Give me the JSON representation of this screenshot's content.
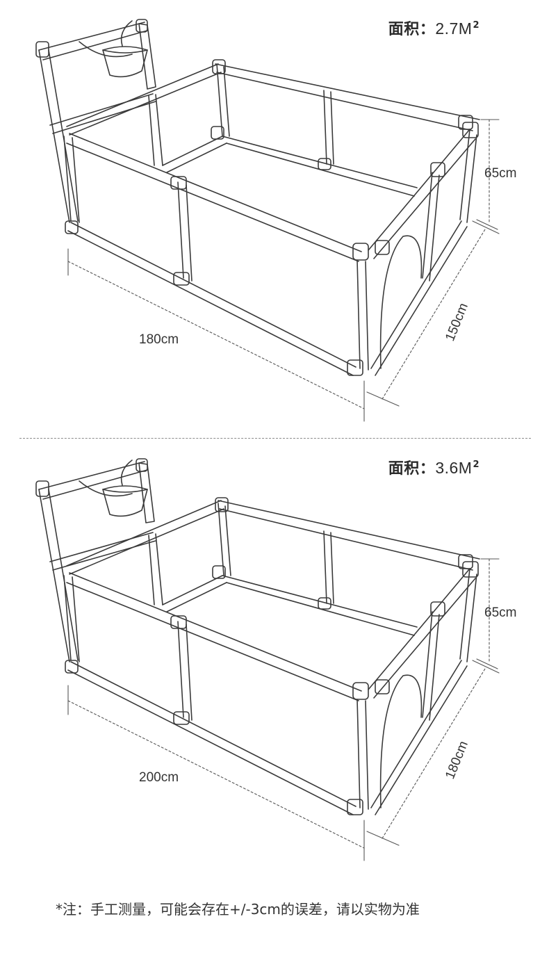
{
  "diagrams": [
    {
      "area_label": "面积：",
      "area_value": "2.7M",
      "area_sup": "2",
      "height_label": "65cm",
      "length_label": "180cm",
      "width_label": "150cm"
    },
    {
      "area_label": "面积：",
      "area_value": "3.6M",
      "area_sup": "2",
      "height_label": "65cm",
      "length_label": "200cm",
      "width_label": "180cm"
    }
  ],
  "note": "*注：手工测量，可能会存在+/-3cm的误差，请以实物为准"
}
